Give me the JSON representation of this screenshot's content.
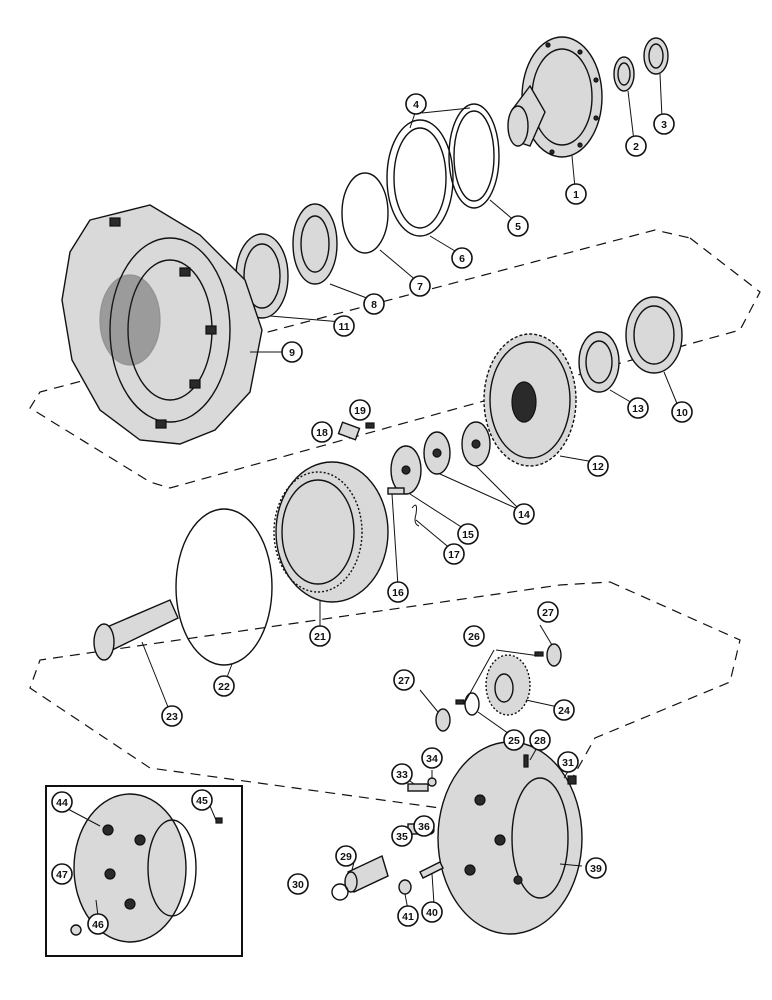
{
  "callouts": [
    {
      "id": "c1",
      "label": "1"
    },
    {
      "id": "c2",
      "label": "2"
    },
    {
      "id": "c3",
      "label": "3"
    },
    {
      "id": "c4",
      "label": "4"
    },
    {
      "id": "c5",
      "label": "5"
    },
    {
      "id": "c6",
      "label": "6"
    },
    {
      "id": "c7",
      "label": "7"
    },
    {
      "id": "c8",
      "label": "8"
    },
    {
      "id": "c9",
      "label": "9"
    },
    {
      "id": "c10",
      "label": "10"
    },
    {
      "id": "c11",
      "label": "11"
    },
    {
      "id": "c12",
      "label": "12"
    },
    {
      "id": "c13",
      "label": "13"
    },
    {
      "id": "c14",
      "label": "14"
    },
    {
      "id": "c15",
      "label": "15"
    },
    {
      "id": "c16",
      "label": "16"
    },
    {
      "id": "c17",
      "label": "17"
    },
    {
      "id": "c18",
      "label": "18"
    },
    {
      "id": "c19",
      "label": "19"
    },
    {
      "id": "c21",
      "label": "21"
    },
    {
      "id": "c22",
      "label": "22"
    },
    {
      "id": "c23",
      "label": "23"
    },
    {
      "id": "c24",
      "label": "24"
    },
    {
      "id": "c25",
      "label": "25"
    },
    {
      "id": "c26",
      "label": "26"
    },
    {
      "id": "c27a",
      "label": "27"
    },
    {
      "id": "c27b",
      "label": "27"
    },
    {
      "id": "c28",
      "label": "28"
    },
    {
      "id": "c29",
      "label": "29"
    },
    {
      "id": "c30",
      "label": "30"
    },
    {
      "id": "c31",
      "label": "31"
    },
    {
      "id": "c33",
      "label": "33"
    },
    {
      "id": "c34",
      "label": "34"
    },
    {
      "id": "c35",
      "label": "35"
    },
    {
      "id": "c36",
      "label": "36"
    },
    {
      "id": "c39",
      "label": "39"
    },
    {
      "id": "c40",
      "label": "40"
    },
    {
      "id": "c41",
      "label": "41"
    },
    {
      "id": "c44",
      "label": "44"
    },
    {
      "id": "c45",
      "label": "45"
    },
    {
      "id": "c46",
      "label": "46"
    },
    {
      "id": "c47",
      "label": "47"
    }
  ]
}
